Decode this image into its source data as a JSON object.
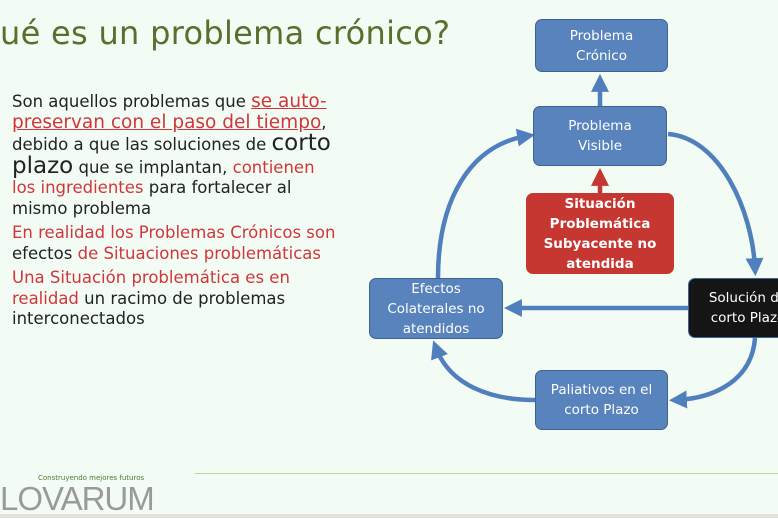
{
  "title": "ué es un problema crónico?",
  "body": {
    "p1": {
      "t1": "Son aquellos problemas que ",
      "t2": "se auto-preservan con el paso del tiempo",
      "t3": ", debido a que las soluciones de ",
      "t4": "corto plazo",
      "t5": " que se implantan, ",
      "t6": "contienen los ingredientes",
      "t7": " para fortalecer al mismo problema"
    },
    "p2": {
      "t1": "En realidad los Problemas Crónicos son ",
      "t2": "efectos",
      "t3": " de Situaciones problemáticas"
    },
    "p3": {
      "t1": "Una Situación problemática es en realidad",
      "t2": " un racimo de problemas interconectados"
    }
  },
  "diagram": {
    "cronico": "Problema Crónico",
    "visible": "Problema Visible",
    "situacion": "Situación Problemática Subyacente no atendida",
    "efectos": "Efectos Colaterales no atendidos",
    "solucion": "Solución de corto Plazo",
    "paliativos": "Paliativos en el corto Plazo",
    "colors": {
      "blue": "#5883bc",
      "red": "#c63732",
      "black": "#151515",
      "arrow": "#4f80bd"
    }
  },
  "footer": {
    "tagline": "Construyendo mejores futuros",
    "logo": "LOVARUM"
  }
}
